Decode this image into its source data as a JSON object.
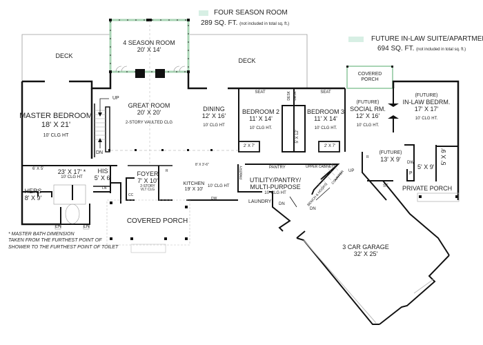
{
  "header": {
    "four_season": {
      "title": "FOUR SEASON ROOM",
      "sqft": "289 SQ. FT.",
      "note": "(not included in total sq. ft.)"
    },
    "inlaw": {
      "title": "FUTURE IN-LAW SUITE/APARTMENT",
      "sqft": "694 SQ. FT.",
      "note": "(not included in total sq. ft.)"
    }
  },
  "colors": {
    "wall": "#111111",
    "thin": "#9a9a9a",
    "four_season_highlight": "#cfe9d6",
    "inlaw_highlight": "#d7efe4"
  },
  "rooms": {
    "deck_left": {
      "name": "DECK"
    },
    "deck_right": {
      "name": "DECK"
    },
    "season_room": {
      "name": "4 SEASON ROOM",
      "dim": "20' X 14'"
    },
    "master_bedroom": {
      "name": "MASTER BEDROOM",
      "dim": "18' X 21'",
      "ceiling": "10' CLG HT"
    },
    "great_room": {
      "name": "GREAT ROOM",
      "dim": "20' X 20'",
      "ceiling": "2-STORY VAULTED CLG"
    },
    "dining": {
      "name": "DINING",
      "dim": "12' X 16'",
      "ceiling": "10' CLG HT"
    },
    "bedroom2": {
      "name": "BEDROOM 2",
      "dim": "11' X 14'",
      "ceiling": "10' CLG HT.",
      "seat": "SEAT",
      "closet": "2' X 7'"
    },
    "bedroom3": {
      "name": "BEDROOM 3",
      "dim": "11' X 14'",
      "ceiling": "10' CLG HT.",
      "seat": "SEAT",
      "closet": "2' X 7'"
    },
    "desk_a": {
      "name": "DESK"
    },
    "desk_b": {
      "name": "DESK"
    },
    "bath_shared": {
      "dim": "5' X 12'"
    },
    "covered_porch_top": {
      "name": "COVERED",
      "name2": "PORCH"
    },
    "social_room": {
      "tag": "(FUTURE)",
      "name": "SOCIAL RM.",
      "dim": "12' X 16'",
      "ceiling": "10' CLG HT."
    },
    "inlaw_bedroom": {
      "tag": "(FUTURE)",
      "name": "IN-LAW BEDRM.",
      "dim": "17' X 17'",
      "ceiling": "10' CLG HT."
    },
    "future_kitchen": {
      "tag": "(FUTURE)",
      "dim": "13' X 9'",
      "r": "R",
      "dw": "DW",
      "p": "P",
      "st": "ST"
    },
    "inlaw_bath": {
      "dim": "5' X 9'"
    },
    "inlaw_closet": {
      "dim": "5' X 9'"
    },
    "private_porch": {
      "name": "PRIVATE PORCH"
    },
    "master_bath": {
      "dim": "23' X 17' *",
      "ceiling": "10' CLG HT",
      "shower": "6' X 5'",
      "ln1": "LN",
      "ln2": "LN"
    },
    "hers": {
      "name": "HERS",
      "dim": "8' X 9'"
    },
    "his": {
      "name": "HIS",
      "dim": "5' X 6'",
      "ln": "LN"
    },
    "foyer": {
      "name": "FOYER",
      "dim": "7' X 10'",
      "ceiling1": "2-STORY",
      "ceiling2": "VLT CLG",
      "cc": "CC"
    },
    "kitchen": {
      "name": "KITCHEN",
      "dim": "19' X 10'",
      "ceiling": "10' CLG HT",
      "island": "8' X 3'-6\"",
      "r": "R",
      "dw": "DW"
    },
    "pantry_small": {
      "name": "PANTRY"
    },
    "utility": {
      "name": "UTILITY/PANTRY/",
      "name2": "MULTI-PURPOSE",
      "ceiling": "10' CLG HT",
      "pantry": "PANTRY",
      "upper": "UPPER CABINETS",
      "laundry": "LAUNDRY",
      "counter": "COUNTER",
      "bench": "BENCH & HOOKS"
    },
    "covered_porch_front": {
      "name": "COVERED PORCH"
    },
    "garage": {
      "name": "3 CAR GARAGE",
      "dim": "32' X 25'"
    }
  },
  "stairs": {
    "main_up": "UP",
    "main_dn": "DN",
    "garage_dn1": "DN",
    "garage_dn2": "DN",
    "garage_up": "UP"
  },
  "footnote": {
    "line1": "* MASTER BATH DIMENSION",
    "line2": "TAKEN FROM THE FURTHEST POINT OF",
    "line3": "SHOWER TO THE FURTHEST POINT OF TOILET"
  }
}
